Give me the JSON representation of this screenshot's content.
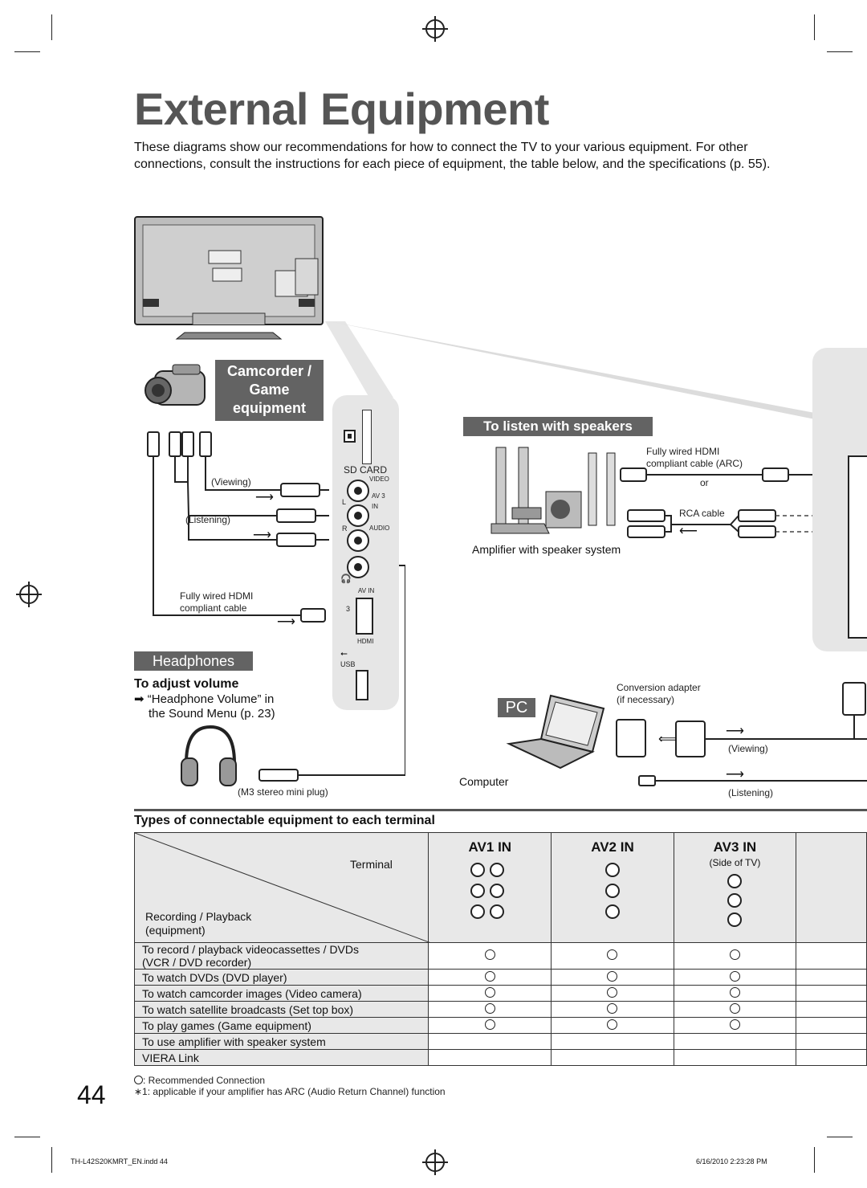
{
  "title": "External Equipment",
  "intro": "These diagrams show our recommendations for how to connect the TV to your various equipment. For other connections, consult the instructions for each piece of equipment, the table below, and the specifications (p. 55).",
  "left_diagram": {
    "camcorder_tag": [
      "Camcorder /",
      "Game",
      "equipment"
    ],
    "viewing": "(Viewing)",
    "listening": "(Listening)",
    "hdmi_cable": [
      "Fully wired HDMI",
      "compliant cable"
    ],
    "headphones_tag": "Headphones",
    "adjust_volume_title": "To adjust volume",
    "adjust_volume_text": [
      "“Headphone Volume” in",
      "the Sound Menu (p. 23)"
    ],
    "mini_plug": "(M3 stereo mini plug)"
  },
  "side_panel": {
    "sd_card": "SD CARD",
    "video": "VIDEO",
    "av3": "AV 3",
    "in": "IN",
    "l": "L",
    "r": "R",
    "audio": "AUDIO",
    "av_in": "AV IN",
    "hdmi_num": "3",
    "hdmi": "HDMI",
    "usb": "USB"
  },
  "right_diagram": {
    "speakers_tag": "To listen with speakers",
    "hdmi_arc": [
      "Fully wired HDMI",
      "compliant cable (ARC)"
    ],
    "or": "or",
    "rca_cable": "RCA cable",
    "amplifier": "Amplifier with speaker system",
    "pc_tag": "PC",
    "conversion": [
      "Conversion adapter",
      "(if necessary)"
    ],
    "viewing": "(Viewing)",
    "computer": "Computer",
    "listening": "(Listening)"
  },
  "table": {
    "heading": "Types of connectable equipment to each terminal",
    "corner_terminal": "Terminal",
    "corner_recording": [
      "Recording / Playback",
      "(equipment)"
    ],
    "columns": [
      "AV1 IN",
      "AV2 IN",
      "AV3 IN",
      ""
    ],
    "av3_side": "(Side of TV)",
    "rows": [
      {
        "label": [
          "To record / playback videocassettes / DVDs",
          "(VCR / DVD recorder)"
        ],
        "marks": [
          true,
          true,
          true,
          false
        ]
      },
      {
        "label": [
          "To watch DVDs (DVD player)"
        ],
        "marks": [
          true,
          true,
          true,
          false
        ]
      },
      {
        "label": [
          "To watch camcorder images (Video camera)"
        ],
        "marks": [
          true,
          true,
          true,
          false
        ]
      },
      {
        "label": [
          "To watch satellite broadcasts (Set top box)"
        ],
        "marks": [
          true,
          true,
          true,
          false
        ]
      },
      {
        "label": [
          "To play games (Game equipment)"
        ],
        "marks": [
          true,
          true,
          true,
          false
        ]
      },
      {
        "label": [
          "To use amplifier with speaker system"
        ],
        "marks": [
          false,
          false,
          false,
          false
        ]
      },
      {
        "label": [
          "VIERA Link"
        ],
        "marks": [
          false,
          false,
          false,
          false
        ]
      }
    ]
  },
  "footnotes": {
    "recommended": ": Recommended Connection",
    "note1": "∗1: applicable if your amplifier has ARC (Audio Return Channel) function"
  },
  "page_number": "44",
  "footer_left": "TH-L42S20KMRT_EN.indd   44",
  "footer_right": "6/16/2010   2:23:28 PM"
}
